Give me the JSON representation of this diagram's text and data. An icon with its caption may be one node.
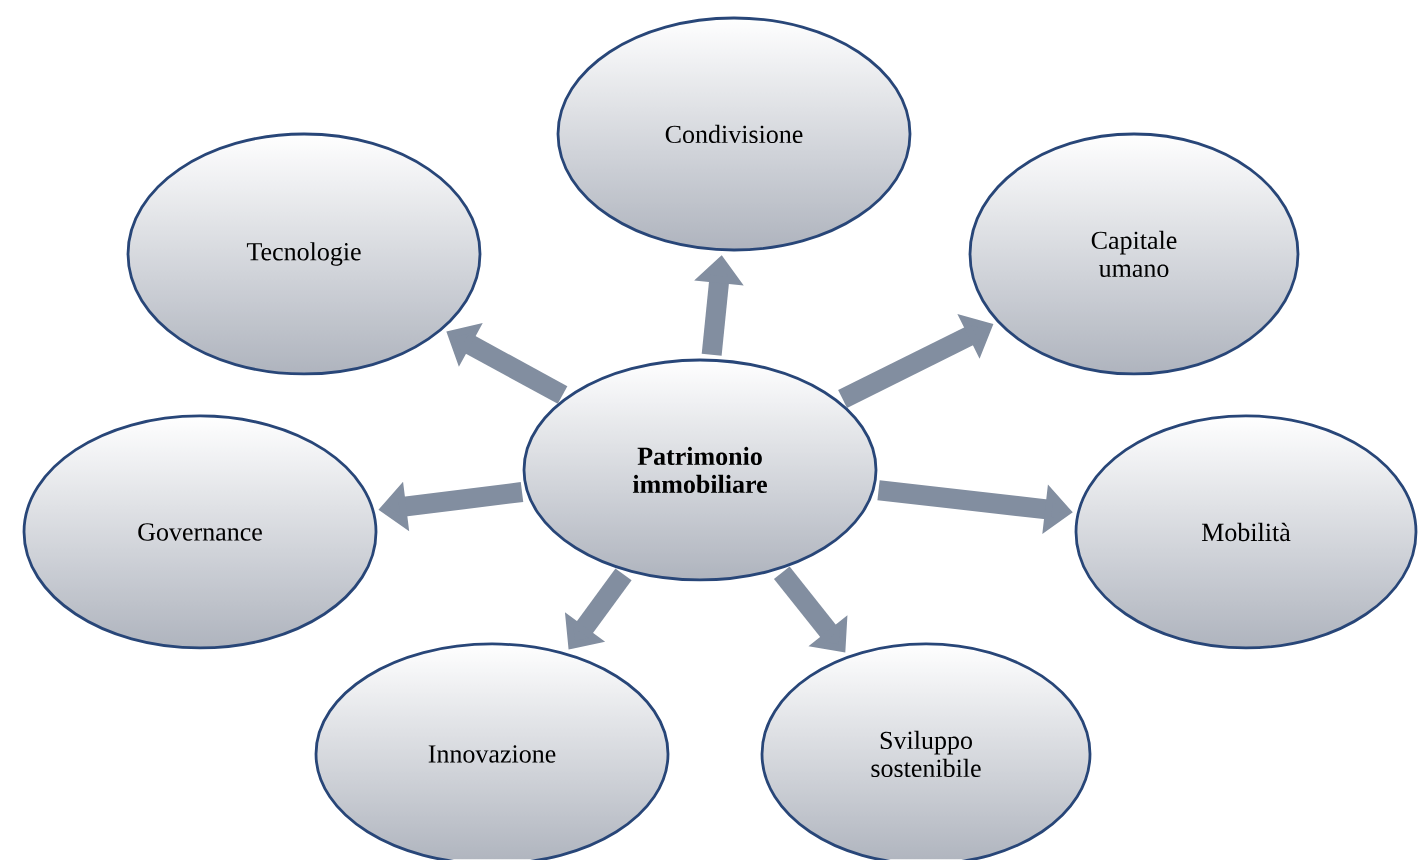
{
  "diagram": {
    "nodes": [
      {
        "text": [
          "Patrimonio immobiliare"
        ]
      },
      {
        "text": [
          "Condivisione"
        ]
      },
      {
        "text": [
          "Tecnologie"
        ]
      },
      {
        "text": [
          "Capitale umano"
        ]
      },
      {
        "text": [
          "Governance"
        ]
      },
      {
        "text": [
          "Mobilità"
        ]
      },
      {
        "text": [
          "Innovazione"
        ]
      },
      {
        "text": [
          "Sviluppo sostenibile"
        ]
      }
    ],
    "edges": [
      {
        "from": 0,
        "to": 1,
        "arrow": "to"
      },
      {
        "from": 0,
        "to": 2,
        "arrow": "to"
      },
      {
        "from": 0,
        "to": 3,
        "arrow": "to"
      },
      {
        "from": 0,
        "to": 4,
        "arrow": "to"
      },
      {
        "from": 0,
        "to": 5,
        "arrow": "to"
      },
      {
        "from": 0,
        "to": 6,
        "arrow": "to"
      },
      {
        "from": 0,
        "to": 7,
        "arrow": "to"
      }
    ]
  }
}
